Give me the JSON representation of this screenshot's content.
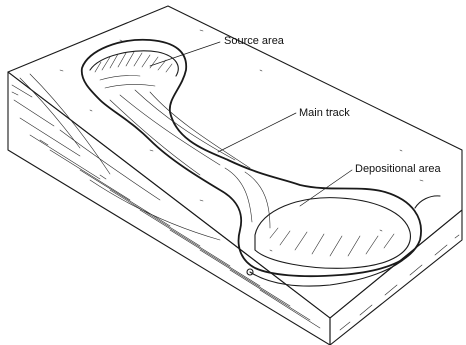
{
  "diagram": {
    "labels": {
      "source_area": "Source area",
      "main_track": "Main track",
      "depositional_area": "Depositional area"
    }
  }
}
